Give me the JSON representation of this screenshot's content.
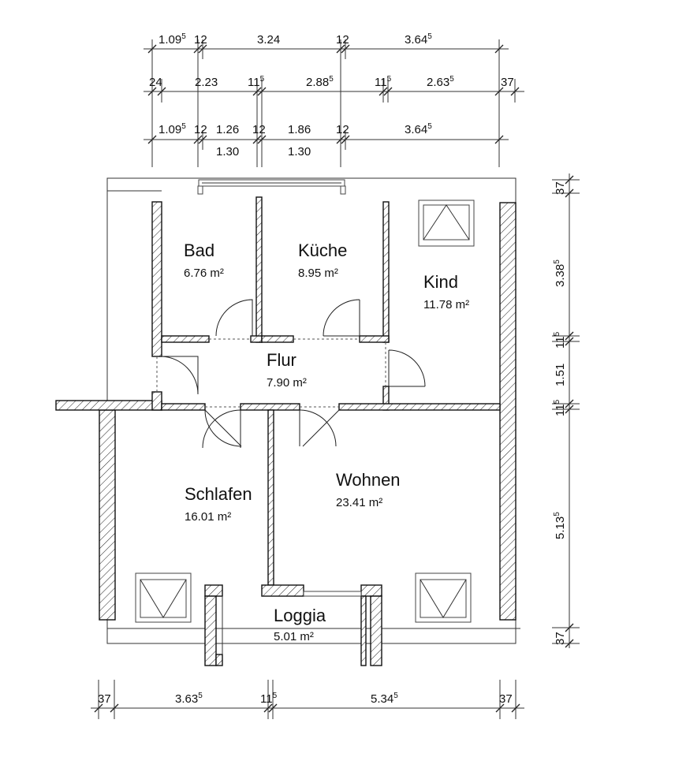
{
  "rooms": [
    {
      "id": "bad",
      "name": "Bad",
      "area": "6.76 m²"
    },
    {
      "id": "kueche",
      "name": "Küche",
      "area": "8.95 m²"
    },
    {
      "id": "kind",
      "name": "Kind",
      "area": "11.78 m²"
    },
    {
      "id": "flur",
      "name": "Flur",
      "area": "7.90 m²"
    },
    {
      "id": "schlafen",
      "name": "Schlafen",
      "area": "16.01 m²"
    },
    {
      "id": "wohnen",
      "name": "Wohnen",
      "area": "23.41 m²"
    },
    {
      "id": "loggia",
      "name": "Loggia",
      "area": "5.01 m²"
    }
  ],
  "dims_top_row1": [
    {
      "main": "1.09",
      "sup": "5"
    },
    {
      "main": "12",
      "sup": ""
    },
    {
      "main": "3.24",
      "sup": ""
    },
    {
      "main": "12",
      "sup": ""
    },
    {
      "main": "3.64",
      "sup": "5"
    }
  ],
  "dims_top_row2": [
    {
      "main": "24",
      "sup": ""
    },
    {
      "main": "2.23",
      "sup": ""
    },
    {
      "main": "11",
      "sup": "5"
    },
    {
      "main": "2.88",
      "sup": "5"
    },
    {
      "main": "11",
      "sup": "5"
    },
    {
      "main": "2.63",
      "sup": "5"
    },
    {
      "main": "37",
      "sup": ""
    }
  ],
  "dims_top_row3": [
    {
      "main": "1.09",
      "sup": "5"
    },
    {
      "main": "12",
      "sup": ""
    },
    {
      "main": "1.26",
      "sup": ""
    },
    {
      "main": "12",
      "sup": ""
    },
    {
      "main": "1.86",
      "sup": ""
    },
    {
      "main": "12",
      "sup": ""
    },
    {
      "main": "3.64",
      "sup": "5"
    }
  ],
  "dims_top_row3_sub": [
    {
      "main": "1.30",
      "sup": ""
    },
    {
      "main": "1.30",
      "sup": ""
    }
  ],
  "dims_bottom": [
    {
      "main": "37",
      "sup": ""
    },
    {
      "main": "3.63",
      "sup": "5"
    },
    {
      "main": "11",
      "sup": "5"
    },
    {
      "main": "5.34",
      "sup": "5"
    },
    {
      "main": "37",
      "sup": ""
    }
  ],
  "dims_right": [
    {
      "main": "37",
      "sup": ""
    },
    {
      "main": "3.38",
      "sup": "5"
    },
    {
      "main": "11",
      "sup": "5"
    },
    {
      "main": "1.51",
      "sup": ""
    },
    {
      "main": "11",
      "sup": "5"
    },
    {
      "main": "5.13",
      "sup": "5"
    },
    {
      "main": "37",
      "sup": ""
    }
  ]
}
